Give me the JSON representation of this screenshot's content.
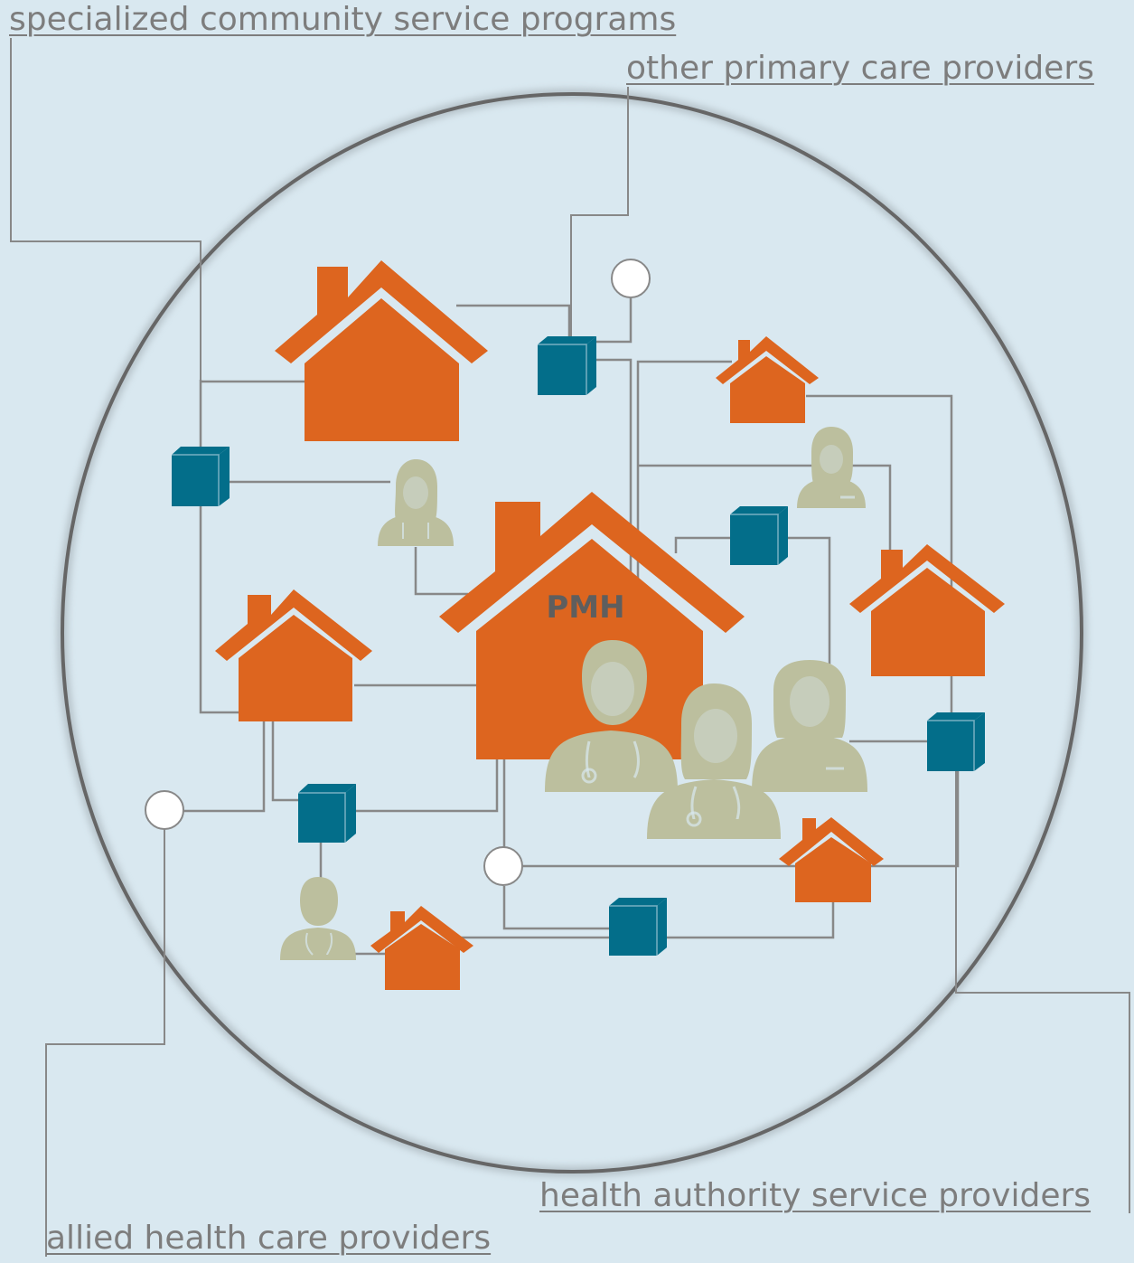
{
  "labels": {
    "specialized": "specialized community service programs",
    "other_primary": "other primary care providers",
    "health_authority": "health authority service providers",
    "allied": "allied health care providers"
  },
  "center": {
    "label": "PMH"
  },
  "colors": {
    "background": "#d9e8f0",
    "house": "#dd651f",
    "box": "#036e8a",
    "person": "#bcbf9e",
    "connector": "#888888",
    "ring": "#666666",
    "link_text": "#7d7d7d",
    "pmh_text": "#5e5e5e",
    "node_fill": "#ffffff"
  },
  "icons": {
    "house": "house-icon",
    "box": "cube-icon",
    "person": "healthcare-provider-icon",
    "node": "circle-node-icon"
  }
}
